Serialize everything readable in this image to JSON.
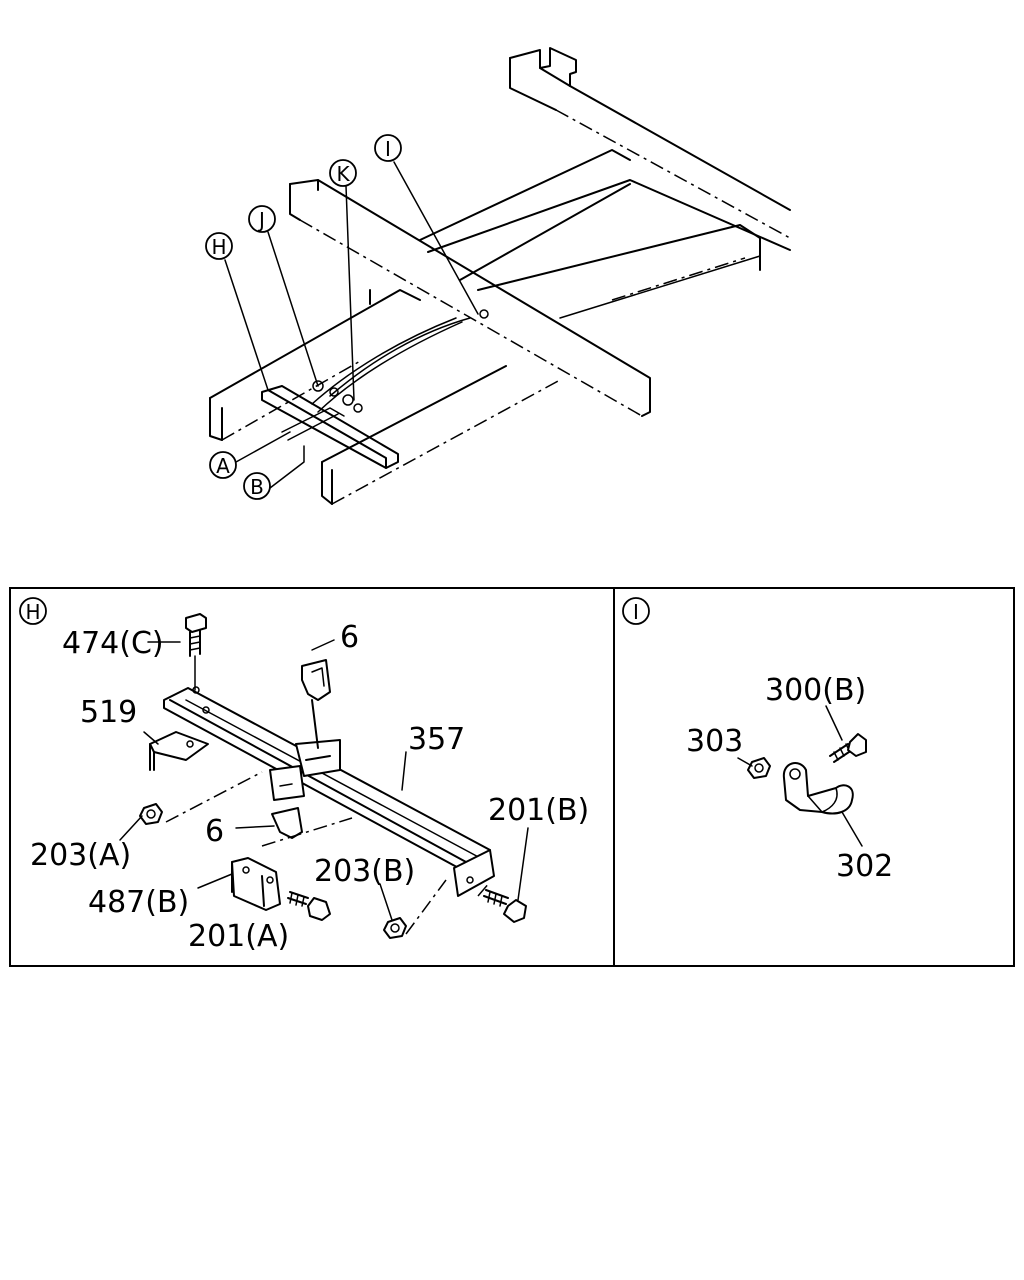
{
  "overview": {
    "callouts": {
      "H": "H",
      "J": "J",
      "K": "K",
      "I": "I",
      "A": "A",
      "B": "B"
    }
  },
  "panel_h": {
    "title": "H",
    "labels": {
      "p474c": "474(C)",
      "p519": "519",
      "p6_top": "6",
      "p357": "357",
      "p201b": "201(B)",
      "p203a": "203(A)",
      "p6_mid": "6",
      "p487b": "487(B)",
      "p203b": "203(B)",
      "p201a": "201(A)"
    }
  },
  "panel_i": {
    "title": "I",
    "labels": {
      "p300b": "300(B)",
      "p303": "303",
      "p302": "302"
    }
  }
}
